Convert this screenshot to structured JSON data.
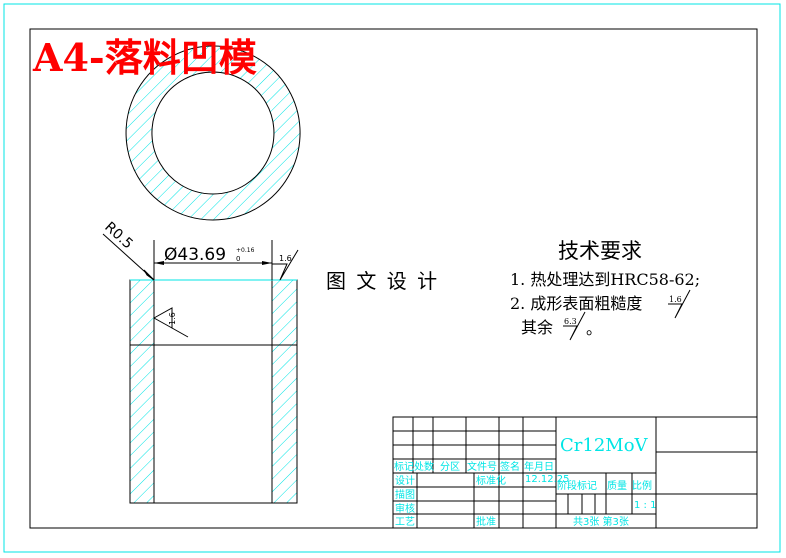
{
  "title": "A4-落料凹模",
  "colors": {
    "title": "#ff0000",
    "hatch": "#00e5e5",
    "frame_outer": "#00e5e5",
    "line": "#000000"
  },
  "dimensions": {
    "radius": "R0.5",
    "diameter": "Ø43.69",
    "tol_upper": "+0.16",
    "tol_lower": "0",
    "roughness_top": "1.6",
    "roughness_bore": "1.6"
  },
  "watermark": "图 文 设 计",
  "tech_req": {
    "heading": "技术要求",
    "line1": "1. 热处理达到HRC58-62;",
    "line2": "2. 成形表面粗糙度",
    "line2_roughness": "1.6",
    "line3": "其余",
    "line3_roughness": "6.3",
    "line3_end": "。"
  },
  "title_block": {
    "material": "Cr12MoV",
    "headers": [
      "标记",
      "处数",
      "分区",
      "文件号",
      "签名",
      "年月日"
    ],
    "design": "设计",
    "standardize": "标准化",
    "date": "12.12.25",
    "drawing": "描图",
    "review": "审核",
    "process": "工艺",
    "approve": "批准",
    "stage_mark": "阶段标记",
    "weight": "质量",
    "scale_label": "比例",
    "scale": "1 : 1",
    "sheets": "共3张 第3张"
  }
}
